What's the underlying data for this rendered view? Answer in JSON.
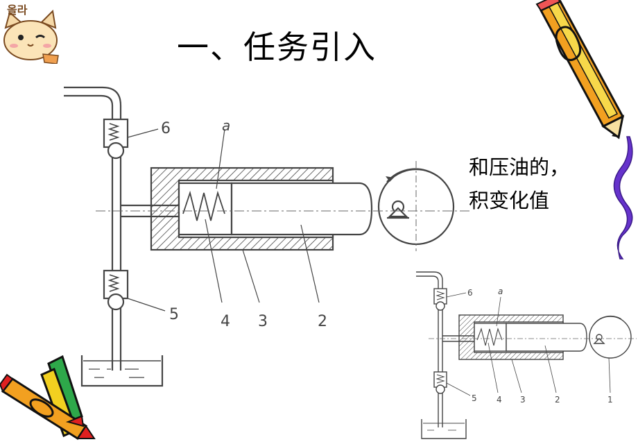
{
  "slide": {
    "title": "一、任务引入",
    "caption_lines": [
      "和压油的，",
      "积变化值"
    ]
  },
  "diagram_large": {
    "labels": {
      "a": "a",
      "n6": "6",
      "n5": "5",
      "n4": "4",
      "n3": "3",
      "n2": "2"
    }
  },
  "diagram_small": {
    "labels": {
      "a": "a",
      "n6": "6",
      "n5": "5",
      "n4": "4",
      "n3": "3",
      "n2": "2",
      "n1": "1"
    }
  },
  "decorations": {
    "mascot_text": "올라",
    "icons": [
      "cat-mascot-icon",
      "pencil-icon",
      "crayon-icon",
      "purple-ribbon-icon"
    ],
    "colors": {
      "pencil_orange": "#f2a020",
      "pencil_yellow": "#f7d84a",
      "ribbon_purple": "#6633cc",
      "crayon_red": "#e02020"
    }
  }
}
